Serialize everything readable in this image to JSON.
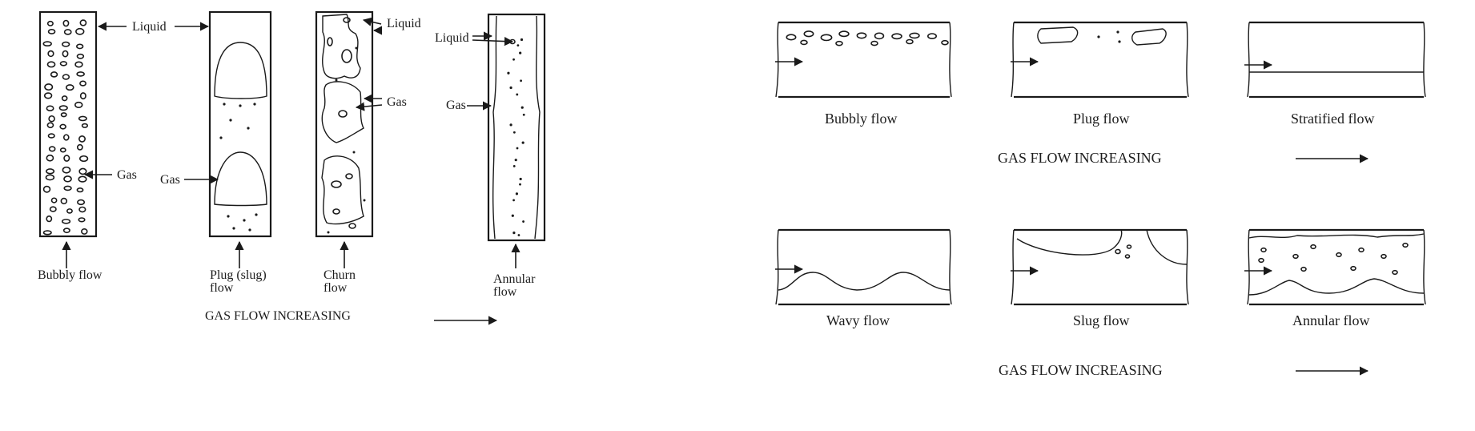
{
  "vertical": {
    "regimes": [
      {
        "id": "bubbly",
        "label_lines": [
          "Bubbly flow"
        ]
      },
      {
        "id": "plug",
        "label_lines": [
          "Plug (slug)",
          "flow"
        ]
      },
      {
        "id": "churn",
        "label_lines": [
          "Churn",
          "flow"
        ]
      },
      {
        "id": "annular",
        "label_lines": [
          "Annular",
          "flow"
        ]
      }
    ],
    "callouts": {
      "liquid": "Liquid",
      "gas": "Gas"
    },
    "gas_flow_caption": "GAS FLOW INCREASING"
  },
  "horizontal": {
    "row1": [
      {
        "id": "bubbly",
        "label": "Bubbly flow"
      },
      {
        "id": "plug",
        "label": "Plug flow"
      },
      {
        "id": "stratified",
        "label": "Stratified flow"
      }
    ],
    "row2": [
      {
        "id": "wavy",
        "label": "Wavy flow"
      },
      {
        "id": "slug",
        "label": "Slug flow"
      },
      {
        "id": "annular",
        "label": "Annular flow"
      }
    ],
    "gas_flow_caption_row1": "GAS FLOW INCREASING",
    "gas_flow_caption_row2": "GAS FLOW INCREASING"
  }
}
